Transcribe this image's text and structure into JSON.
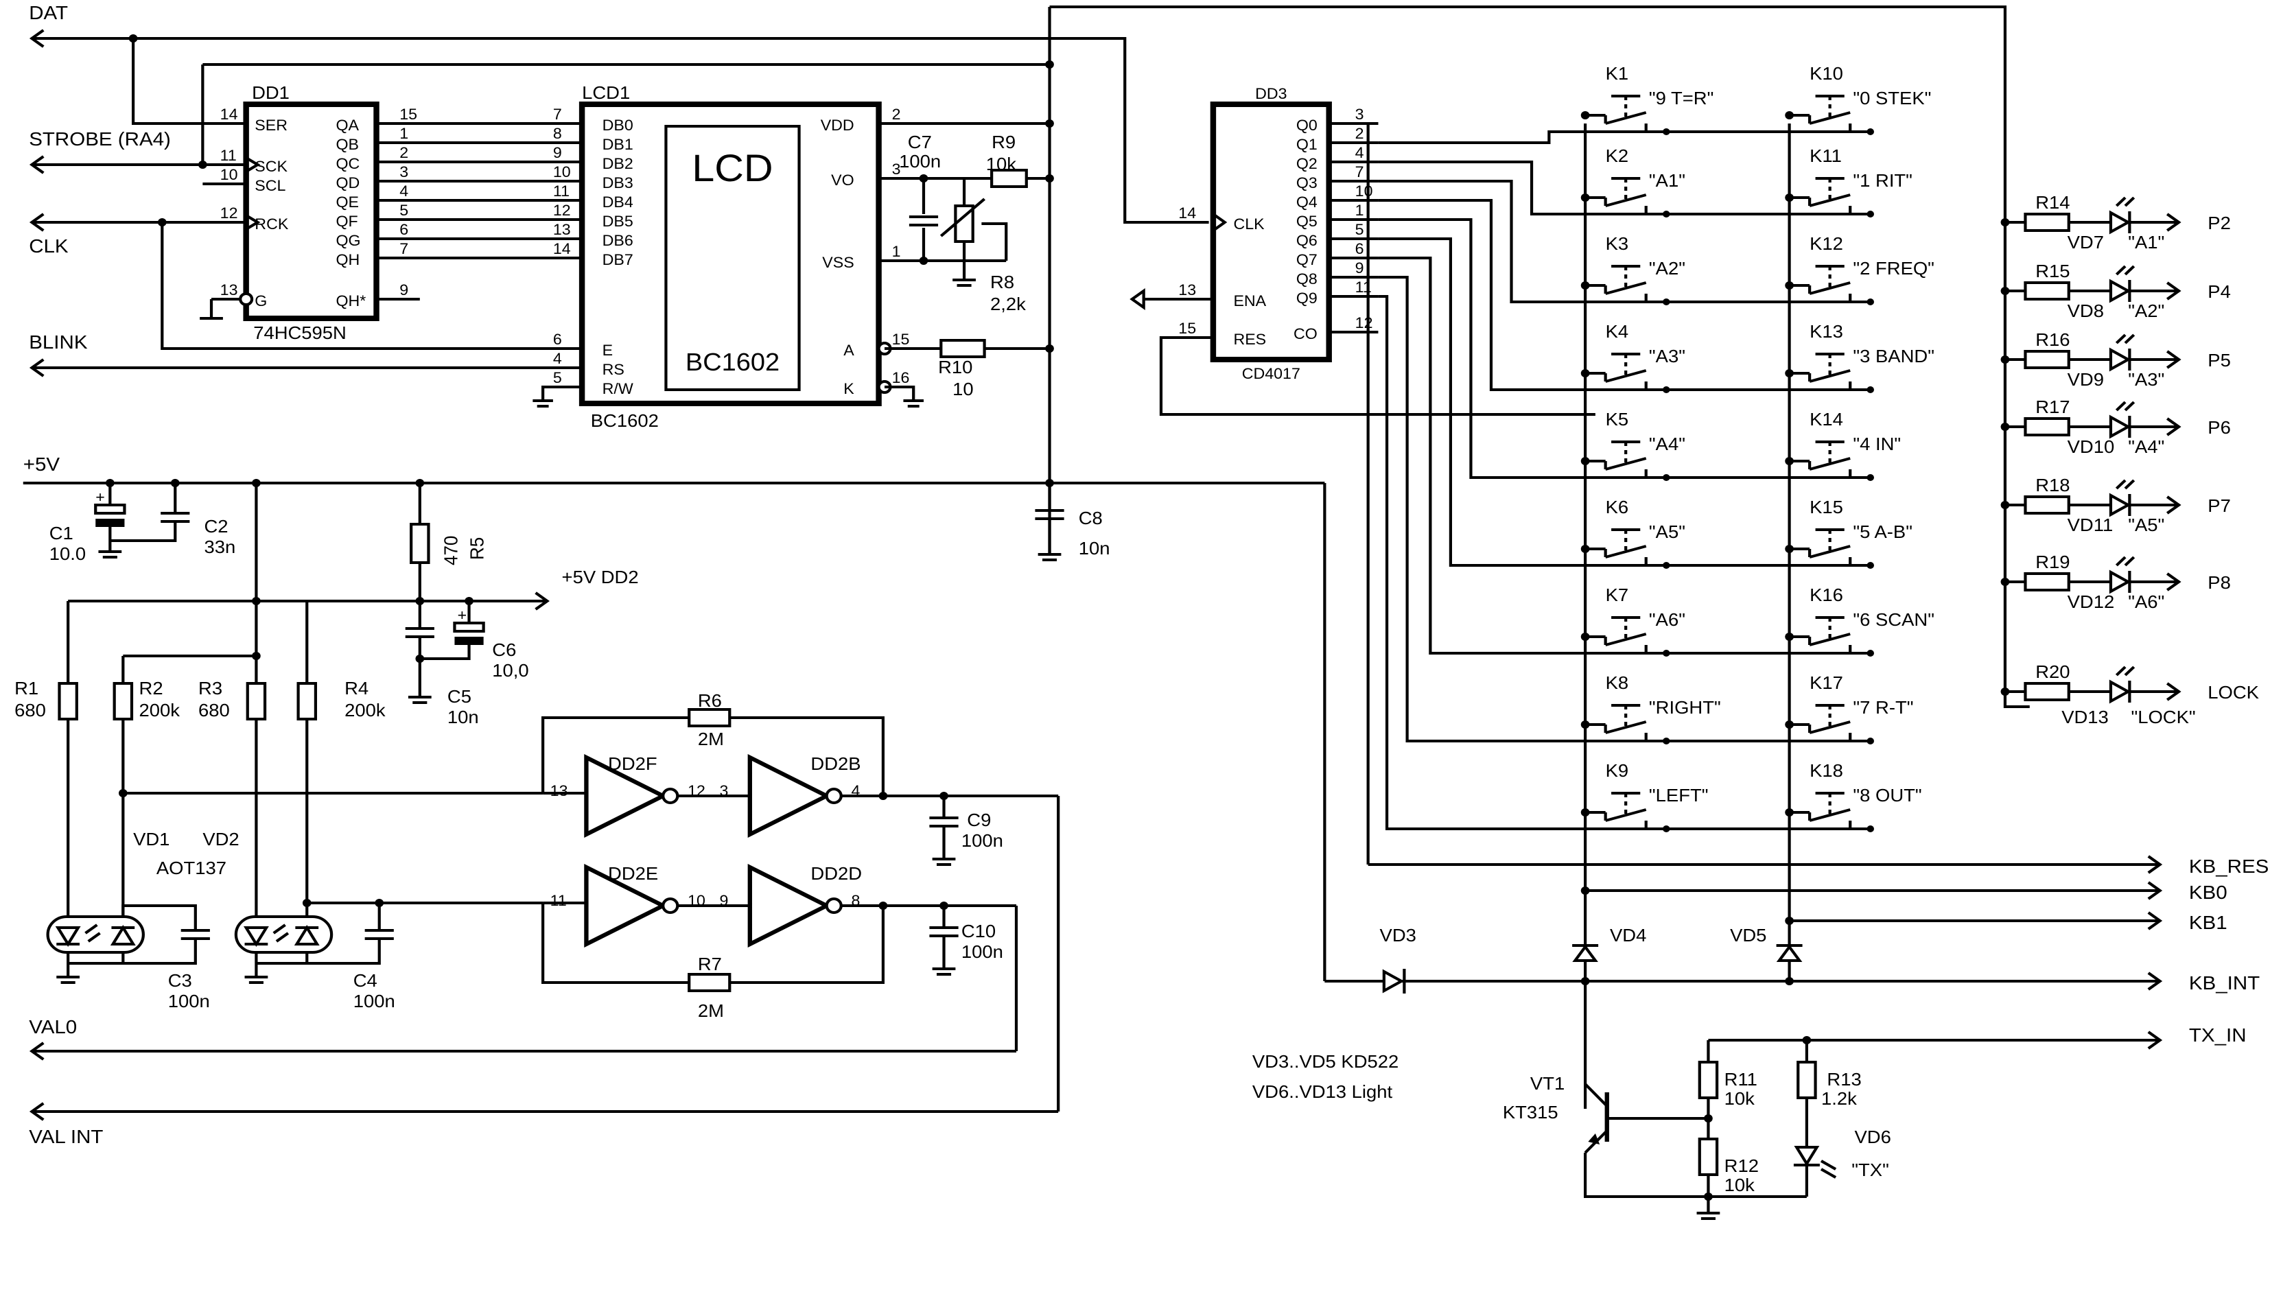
{
  "signals": {
    "dat": "DAT",
    "strobe": "STROBE (RA4)",
    "clk": "CLK",
    "blink": "BLINK",
    "vcc": "+5V",
    "vcc_dd2": "+5V DD2",
    "val0": "VAL0",
    "val_int": "VAL INT",
    "kb_res": "KB_RES",
    "kb0": "KB0",
    "kb1": "KB1",
    "kb_int": "KB_INT",
    "tx_in": "TX_IN",
    "lock": "LOCK"
  },
  "dd1": {
    "ref": "DD1",
    "part": "74HC595N",
    "left_pins": [
      {
        "name": "SER",
        "num": "14"
      },
      {
        "name": "SCK",
        "num": "11"
      },
      {
        "name": "SCL",
        "num": "10"
      },
      {
        "name": "RCK",
        "num": "12"
      },
      {
        "name": "G",
        "num": "13"
      }
    ],
    "right_pins": [
      {
        "name": "QA",
        "num": "15"
      },
      {
        "name": "QB",
        "num": "1"
      },
      {
        "name": "QC",
        "num": "2"
      },
      {
        "name": "QD",
        "num": "3"
      },
      {
        "name": "QE",
        "num": "4"
      },
      {
        "name": "QF",
        "num": "5"
      },
      {
        "name": "QG",
        "num": "6"
      },
      {
        "name": "QH",
        "num": "7"
      },
      {
        "name": "QH*",
        "num": "9"
      }
    ]
  },
  "lcd1": {
    "ref": "LCD1",
    "part": "BC1602",
    "screen_big": "LCD",
    "screen_small": "BC1602",
    "left_pins": [
      {
        "name": "DB0",
        "num": "7"
      },
      {
        "name": "DB1",
        "num": "8"
      },
      {
        "name": "DB2",
        "num": "9"
      },
      {
        "name": "DB3",
        "num": "10"
      },
      {
        "name": "DB4",
        "num": "11"
      },
      {
        "name": "DB5",
        "num": "12"
      },
      {
        "name": "DB6",
        "num": "13"
      },
      {
        "name": "DB7",
        "num": "14"
      },
      {
        "name": "E",
        "num": "6"
      },
      {
        "name": "RS",
        "num": "4"
      },
      {
        "name": "R/W",
        "num": "5"
      }
    ],
    "right_pins": [
      {
        "name": "VDD",
        "num": "2"
      },
      {
        "name": "VO",
        "num": "3"
      },
      {
        "name": "VSS",
        "num": "1"
      },
      {
        "name": "A",
        "num": "15"
      },
      {
        "name": "K",
        "num": "16"
      }
    ]
  },
  "dd3": {
    "ref": "DD3",
    "part": "CD4017",
    "left_pins": [
      {
        "name": "CLK",
        "num": "14"
      },
      {
        "name": "ENA",
        "num": "13"
      },
      {
        "name": "RES",
        "num": "15"
      }
    ],
    "right_pins": [
      {
        "name": "Q0",
        "num": "3"
      },
      {
        "name": "Q1",
        "num": "2"
      },
      {
        "name": "Q2",
        "num": "4"
      },
      {
        "name": "Q3",
        "num": "7"
      },
      {
        "name": "Q4",
        "num": "10"
      },
      {
        "name": "Q5",
        "num": "1"
      },
      {
        "name": "Q6",
        "num": "5"
      },
      {
        "name": "Q7",
        "num": "6"
      },
      {
        "name": "Q8",
        "num": "9"
      },
      {
        "name": "Q9",
        "num": "11"
      },
      {
        "name": "CO",
        "num": "12"
      }
    ]
  },
  "keys_left": [
    {
      "ref": "K1",
      "label": "\"9 T=R\""
    },
    {
      "ref": "K2",
      "label": "\"A1\""
    },
    {
      "ref": "K3",
      "label": "\"A2\""
    },
    {
      "ref": "K4",
      "label": "\"A3\""
    },
    {
      "ref": "K5",
      "label": "\"A4\""
    },
    {
      "ref": "K6",
      "label": "\"A5\""
    },
    {
      "ref": "K7",
      "label": "\"A6\""
    },
    {
      "ref": "K8",
      "label": "\"RIGHT\""
    },
    {
      "ref": "K9",
      "label": "\"LEFT\""
    }
  ],
  "keys_right": [
    {
      "ref": "K10",
      "label": "\"0 STEK\""
    },
    {
      "ref": "K11",
      "label": "\"1 RIT\""
    },
    {
      "ref": "K12",
      "label": "\"2 FREQ\""
    },
    {
      "ref": "K13",
      "label": "\"3 BAND\""
    },
    {
      "ref": "K14",
      "label": "\"4 IN\""
    },
    {
      "ref": "K15",
      "label": "\"5 A-B\""
    },
    {
      "ref": "K16",
      "label": "\"6 SCAN\""
    },
    {
      "ref": "K17",
      "label": "\"7 R-T\""
    },
    {
      "ref": "K18",
      "label": "\"8 OUT\""
    }
  ],
  "leds": [
    {
      "res": "R14",
      "led": "VD7",
      "label": "\"A1\"",
      "port": "P2"
    },
    {
      "res": "R15",
      "led": "VD8",
      "label": "\"A2\"",
      "port": "P4"
    },
    {
      "res": "R16",
      "led": "VD9",
      "label": "\"A3\"",
      "port": "P5"
    },
    {
      "res": "R17",
      "led": "VD10",
      "label": "\"A4\"",
      "port": "P6"
    },
    {
      "res": "R18",
      "led": "VD11",
      "label": "\"A5\"",
      "port": "P7"
    },
    {
      "res": "R19",
      "led": "VD12",
      "label": "\"A6\"",
      "port": "P8"
    },
    {
      "res": "R20",
      "led": "VD13",
      "label": "\"LOCK\"",
      "port": "LOCK"
    }
  ],
  "components": {
    "c1": {
      "ref": "C1",
      "value": "10.0"
    },
    "c2": {
      "ref": "C2",
      "value": "33n"
    },
    "c3": {
      "ref": "C3",
      "value": "100n"
    },
    "c4": {
      "ref": "C4",
      "value": "100n"
    },
    "c5": {
      "ref": "C5",
      "value": "10n"
    },
    "c6": {
      "ref": "C6",
      "value": "10,0"
    },
    "c7": {
      "ref": "C7",
      "value": "100n"
    },
    "c8": {
      "ref": "C8",
      "value": "10n"
    },
    "c9": {
      "ref": "C9",
      "value": "100n"
    },
    "c10": {
      "ref": "C10",
      "value": "100n"
    },
    "r1": {
      "ref": "R1",
      "value": "680"
    },
    "r2": {
      "ref": "R2",
      "value": "200k"
    },
    "r3": {
      "ref": "R3",
      "value": "680"
    },
    "r4": {
      "ref": "R4",
      "value": "200k"
    },
    "r5": {
      "ref": "R5",
      "value": "470"
    },
    "r6": {
      "ref": "R6",
      "value": "2M"
    },
    "r7": {
      "ref": "R7",
      "value": "2M"
    },
    "r8": {
      "ref": "R8",
      "value": "2,2k"
    },
    "r9": {
      "ref": "R9",
      "value": "10k"
    },
    "r10": {
      "ref": "R10",
      "value": "10"
    },
    "r11": {
      "ref": "R11",
      "value": "10k"
    },
    "r12": {
      "ref": "R12",
      "value": "10k"
    },
    "r13": {
      "ref": "R13",
      "value": "1.2k"
    },
    "vd1": "VD1",
    "vd2": "VD2",
    "aot": "AOT137",
    "vd3": "VD3",
    "vd4": "VD4",
    "vd5": "VD5",
    "vd6": "VD6",
    "vd6_label": "\"TX\"",
    "vt1": "VT1",
    "vt1_part": "KT315"
  },
  "gates": {
    "dd2f": {
      "ref": "DD2F",
      "in": "13",
      "out": "12"
    },
    "dd2b": {
      "ref": "DD2B",
      "in": "3",
      "out": "4"
    },
    "dd2e": {
      "ref": "DD2E",
      "in": "11",
      "out": "10"
    },
    "dd2d": {
      "ref": "DD2D",
      "in": "9",
      "out": "8"
    }
  },
  "notes": [
    "VD3..VD5  KD522",
    "VD6..VD13  Light"
  ]
}
